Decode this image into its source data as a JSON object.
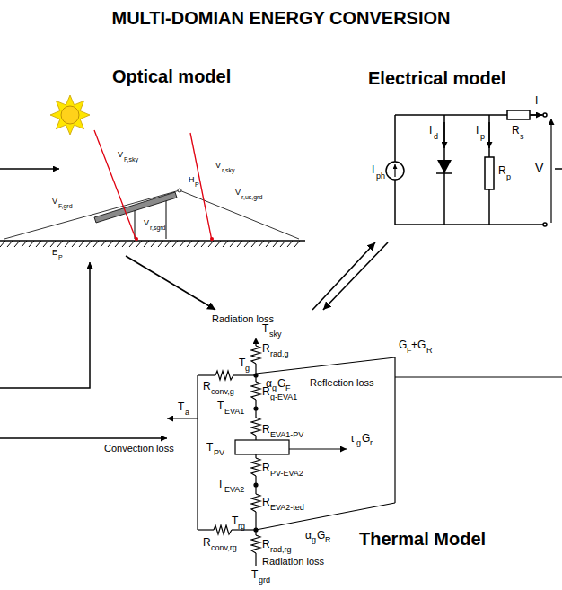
{
  "diagram": {
    "title": "MULTI-DOMIAN ENERGY CONVERSION",
    "nodes": [
      {
        "text": [
          "Optical model"
        ]
      },
      {
        "text": [
          "Electrical model"
        ]
      },
      {
        "text": [
          "Thermal Model"
        ]
      }
    ],
    "edges": [
      {
        "from": 0,
        "to": 2,
        "arrow": "to"
      },
      {
        "from": 2,
        "to": 1,
        "arrow": "to"
      },
      {
        "from": 1,
        "to": 2,
        "arrow": "to"
      }
    ],
    "labels": [
      "V",
      "F,sky",
      "V",
      "r,sky",
      "H",
      "P",
      "V",
      "F,grd",
      "V",
      "r,us,grd",
      "V",
      "r,sgrd",
      "E",
      "P",
      "I",
      "ph",
      "I",
      "d",
      "I",
      "p",
      "R",
      "p",
      "R",
      "s",
      "I",
      "V",
      "Radiation loss",
      "T",
      "sky",
      "R",
      "rad,g",
      "G",
      "F",
      "+G",
      "R",
      "T",
      "g",
      "α",
      "g",
      "G",
      "F",
      "Reflection loss",
      "R",
      "conv,g",
      "R",
      "g-EVA1",
      "T",
      "EVA1",
      "T",
      "a",
      "Convection loss",
      "R",
      "EVA1-PV",
      "T",
      "PV",
      "τ",
      "g",
      "G",
      "r",
      "R",
      "PV-EVA2",
      "T",
      "EVA2",
      "R",
      "EVA2-ted",
      "T",
      "rg",
      "α",
      "g",
      "G",
      "R",
      "R",
      "conv,rg",
      "R",
      "rad,rg",
      "Radiation loss",
      "T",
      "grd"
    ]
  }
}
